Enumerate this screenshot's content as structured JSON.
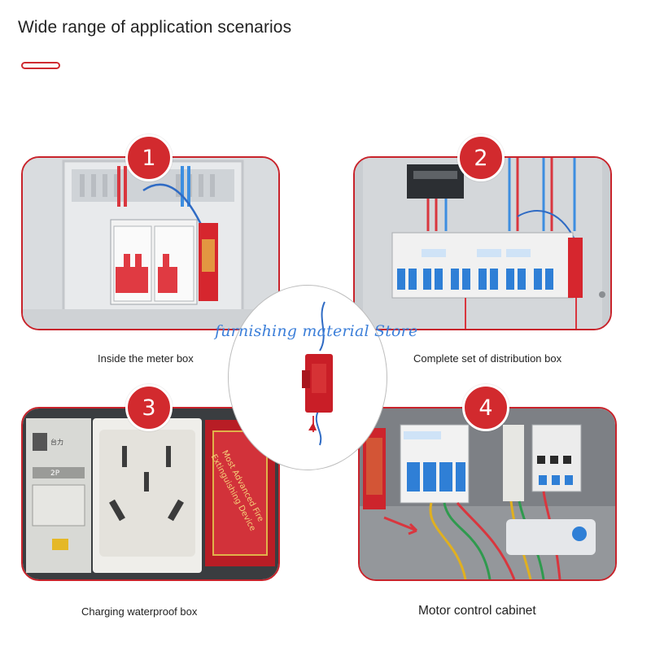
{
  "page": {
    "title": "Wide range of application scenarios",
    "accent_color": "#cf2a30",
    "watermark": "furnishing material Store"
  },
  "scenarios": [
    {
      "number": "1",
      "caption": "Inside the meter box"
    },
    {
      "number": "2",
      "caption": "Complete set of distribution box"
    },
    {
      "number": "3",
      "caption": "Charging waterproof box"
    },
    {
      "number": "4",
      "caption": "Motor control cabinet"
    }
  ],
  "photo3": {
    "socket_rating": "2P",
    "device_label_lines": [
      "Most Advanced Fire",
      "Extinguishing Device"
    ]
  }
}
